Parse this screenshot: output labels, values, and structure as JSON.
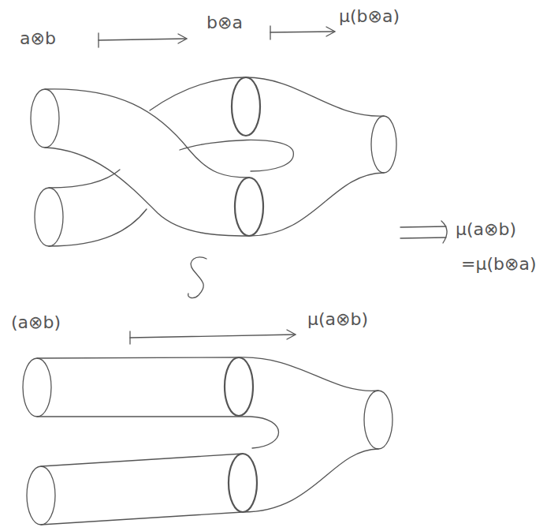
{
  "diagram": {
    "labels": [
      "a⊗b",
      "b⊗a",
      "μ(b⊗a)",
      "μ(a⊗b)",
      "=μ(b⊗a)",
      "(a⊗b)",
      "μ(a⊗b)"
    ]
  }
}
